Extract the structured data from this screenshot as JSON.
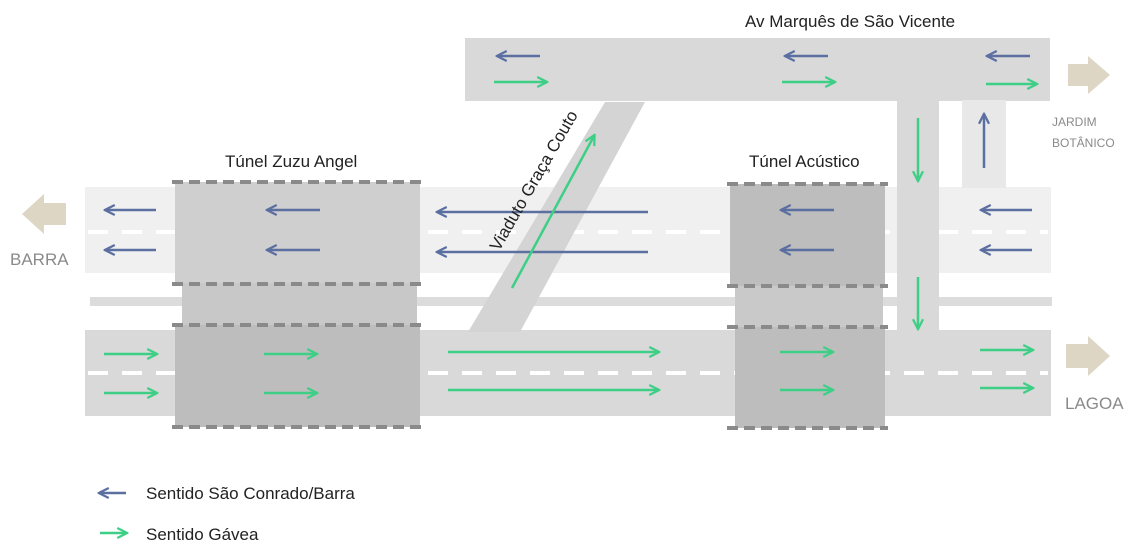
{
  "labels": {
    "av_marques": "Av Marquês de São Vicente",
    "tunel_zuzu": "Túnel Zuzu Angel",
    "tunel_acustico": "Túnel Acústico",
    "viaduto": "Viaduto Graça Couto",
    "jardim_line1": "JARDIM",
    "jardim_line2": "BOTÂNICO",
    "barra": "BARRA",
    "lagoa": "LAGOA"
  },
  "legend": {
    "items": [
      {
        "label": "Sentido São Conrado/Barra",
        "color": "#5b6fa0",
        "direction": "left"
      },
      {
        "label": "Sentido Gávea",
        "color": "#3ecf86",
        "direction": "right"
      }
    ]
  },
  "colors": {
    "road": "#d9d9d9",
    "road_light": "#f0f0f0",
    "tunnel": "#c8c8c8",
    "tunnel_dark": "#bdbdbd",
    "dash": "#8a8a8a",
    "blue_arrow": "#5b6fa0",
    "green_arrow": "#3ecf86",
    "destination_arrow": "#ddd6c4"
  },
  "icons": [
    "arrow-left-icon",
    "arrow-right-icon",
    "destination-arrow-icon"
  ]
}
